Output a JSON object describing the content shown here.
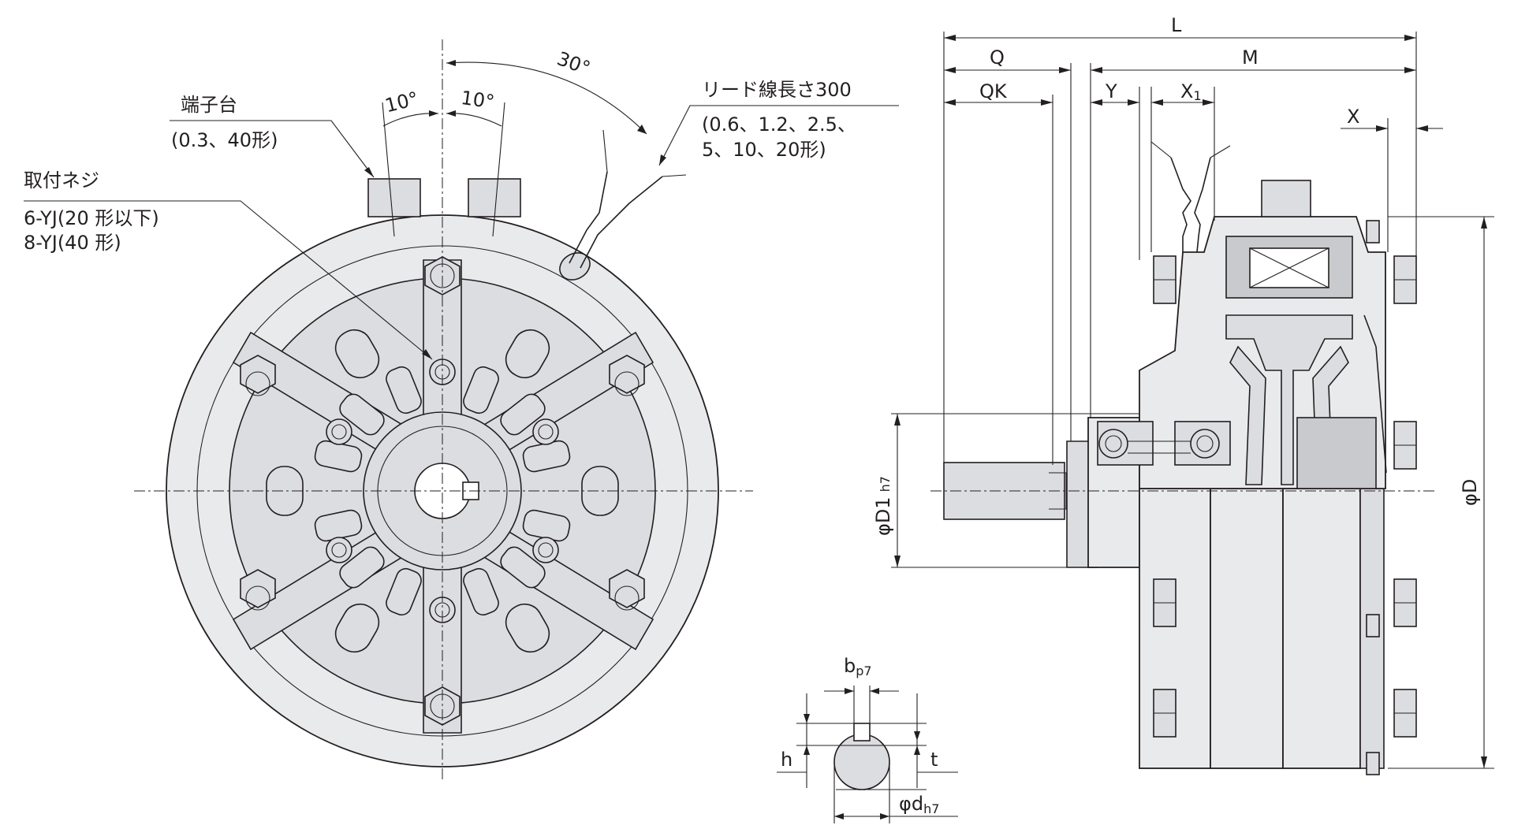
{
  "labels": {
    "terminal_block": "端子台",
    "terminal_block_models": "(0.3、40形)",
    "mount_screw": "取付ネジ",
    "mount_screw_spec_1": "6-YJ(20 形以下)",
    "mount_screw_spec_2": "8-YJ(40 形)",
    "lead_wire": "リード線長さ300",
    "lead_wire_models_1": "(0.6、1.2、2.5、",
    "lead_wire_models_2": "5、10、20形)",
    "angle_10_left": "10°",
    "angle_10_right": "10°",
    "angle_30": "30°"
  },
  "dimensions": {
    "L": "L",
    "Q": "Q",
    "M": "M",
    "QK": "QK",
    "Y": "Y",
    "X1": "X",
    "X1_sub": "1",
    "X": "X",
    "D1": "φD1",
    "D1_tol": "h7",
    "D": "φD",
    "b": "b",
    "b_tol": "p7",
    "h": "h",
    "t": "t",
    "d": "φd",
    "d_tol": "h7"
  },
  "colors": {
    "line": "#231f20",
    "fill_light": "#e9eaec",
    "fill_mid": "#dcdde0"
  }
}
